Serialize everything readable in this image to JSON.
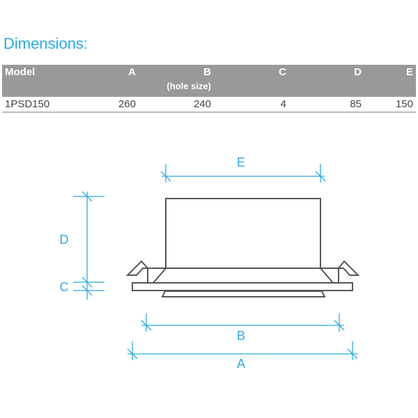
{
  "title": "Dimensions:",
  "table": {
    "headers": [
      {
        "label": "Model"
      },
      {
        "label": "A"
      },
      {
        "label": "B",
        "sub": "(hole size)"
      },
      {
        "label": "C"
      },
      {
        "label": "D"
      },
      {
        "label": "E"
      }
    ],
    "rows": [
      [
        "1PSD150",
        "260",
        "240",
        "4",
        "85",
        "150"
      ]
    ]
  },
  "drawing": {
    "labels": {
      "A": "A",
      "B": "B",
      "C": "C",
      "D": "D",
      "E": "E"
    },
    "colors": {
      "dimension": "#29abe2",
      "outline": "#555555"
    }
  }
}
